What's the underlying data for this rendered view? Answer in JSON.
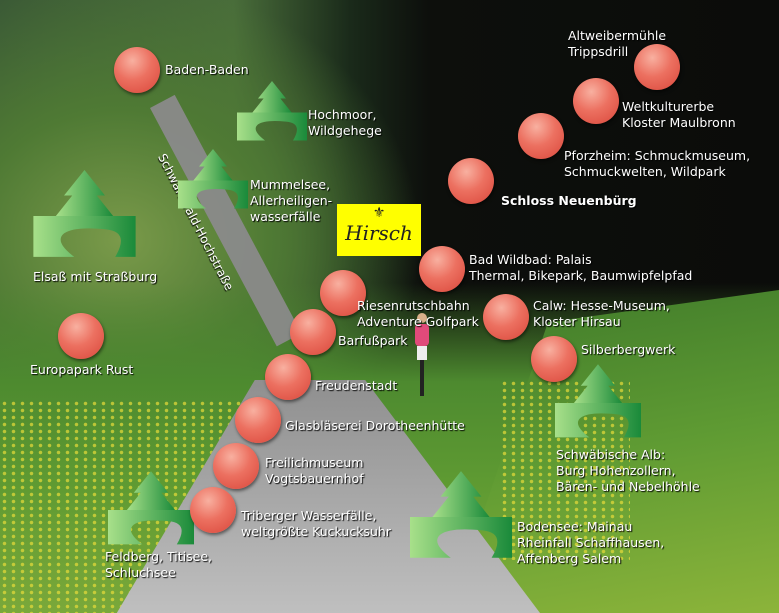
{
  "logo": {
    "text": "Hirsch",
    "color": "#ffff00"
  },
  "road_label": "Schwarzwald-Hochstraße",
  "points": [
    {
      "id": "baden-baden",
      "label": "Baden-Baden"
    },
    {
      "id": "altweibermuehle",
      "label": "Altweibermühle\nTrippsdrill"
    },
    {
      "id": "maulbronn",
      "label": "Weltkulturerbe\nKloster Maulbronn"
    },
    {
      "id": "pforzheim",
      "label": "Pforzheim: Schmuckmuseum,\nSchmuckwelten, Wildpark"
    },
    {
      "id": "neuenbuerg",
      "label": "Schloss Neuenbürg"
    },
    {
      "id": "bad-wildbad",
      "label": "Bad Wildbad: Palais\nThermal, Bikepark, Baumwipfelpfad"
    },
    {
      "id": "riesenrutschbahn",
      "label": "Riesenrutschbahn\nAdventure Golfpark"
    },
    {
      "id": "calw",
      "label": "Calw: Hesse-Museum,\nKloster Hirsau"
    },
    {
      "id": "barfusspark",
      "label": "Barfußpark"
    },
    {
      "id": "silberbergwerk",
      "label": "Silberbergwerk"
    },
    {
      "id": "freudenstadt",
      "label": "Freudenstadt"
    },
    {
      "id": "glasblaeserei",
      "label": "Glasbläserei Dorotheenhütte"
    },
    {
      "id": "freilichtmuseum",
      "label": "Freilichmuseum\nVogtsbauernhof"
    },
    {
      "id": "triberg",
      "label": "Triberger Wasserfälle,\nweltgrößte Kuckucksuhr"
    },
    {
      "id": "europapark",
      "label": "Europapark Rust"
    }
  ],
  "nature": [
    {
      "id": "hochmoor",
      "label": "Hochmoor,\nWildgehege"
    },
    {
      "id": "mummelsee",
      "label": "Mummelsee,\nAllerheiligen-\nwasserfälle"
    },
    {
      "id": "elsass",
      "label": "Elsaß mit Straßburg"
    },
    {
      "id": "feldberg",
      "label": "Feldberg, Titisee,\nSchluchsee"
    },
    {
      "id": "schwaebische-alb",
      "label": "Schwäbische Alb:\nBurg Hohenzollern,\nBären- und Nebelhöhle"
    },
    {
      "id": "bodensee",
      "label": "Bodensee: Mainau\nRheinfall Schaffhausen,\nAffenberg Salem"
    }
  ]
}
